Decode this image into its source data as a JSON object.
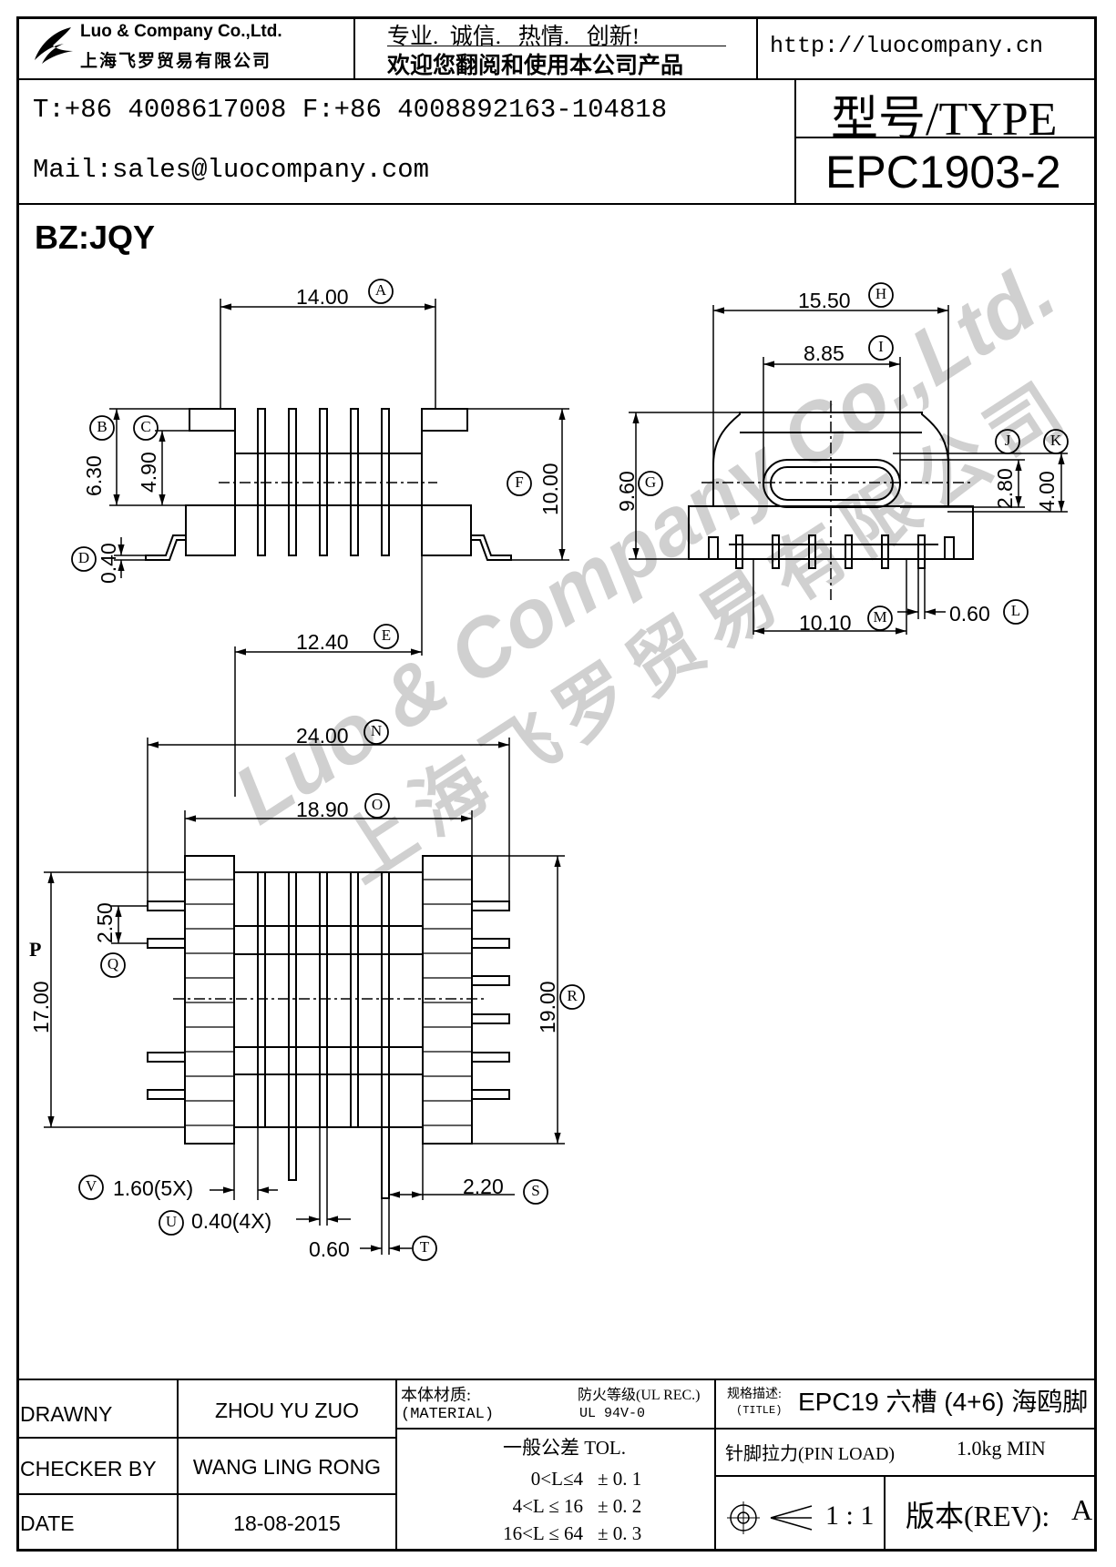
{
  "header": {
    "company_en": "Luo & Company Co.,Ltd.",
    "company_cn": "上海飞罗贸易有限公司",
    "slogan_line1": "专业.  诚信.   热情.   创新!",
    "slogan_line2": "欢迎您翻阅和使用本公司产品",
    "website": "http://luocompany.cn",
    "phone_fax": "T:+86 4008617008 F:+86 4008892163-104818",
    "mail": "Mail:sales@luocompany.com",
    "type_label": "型号/TYPE",
    "type_value": "EPC1903-2",
    "bz": "BZ:JQY"
  },
  "dimensions": {
    "A": "14.00",
    "B": "6.30",
    "C": "4.90",
    "D": "0.40",
    "E": "12.40",
    "F": "10.00",
    "G": "9.60",
    "H": "15.50",
    "I": "8.85",
    "J": "2.80",
    "K": "4.00",
    "L": "0.60",
    "M": "10.10",
    "N": "24.00",
    "O": "18.90",
    "P": "17.00",
    "Q": "2.50",
    "R": "19.00",
    "S": "2.20",
    "T": "0.60",
    "U": "0.40(4X)",
    "V": "1.60(5X)"
  },
  "letters": {
    "A": "A",
    "B": "B",
    "C": "C",
    "D": "D",
    "E": "E",
    "F": "F",
    "G": "G",
    "H": "H",
    "I": "I",
    "J": "J",
    "K": "K",
    "L": "L",
    "M": "M",
    "N": "N",
    "O": "O",
    "P": "P",
    "Q": "Q",
    "R": "R",
    "S": "S",
    "T": "T",
    "U": "U",
    "V": "V"
  },
  "title_block": {
    "drawn_label": "DRAWNY",
    "drawn_value": "ZHOU YU ZUO",
    "checker_label": "CHECKER BY",
    "checker_value": "WANG LING RONG",
    "date_label": "DATE",
    "date_value": "18-08-2015",
    "material_label_cn": "本体材质:",
    "material_label_en": "(MATERIAL)",
    "fire_label": "防火等级(UL REC.)",
    "fire_value": "UL 94V-0",
    "title_label_cn": "规格描述:",
    "title_label_en": "(TITLE)",
    "title_value": "EPC19 六槽 (4+6) 海鸥脚",
    "tol_title": "一般公差 TOL.",
    "tol_rows": [
      {
        "range": "0<L≤4",
        "tol": "± 0. 1"
      },
      {
        "range": "4<L ≤ 16",
        "tol": "± 0. 2"
      },
      {
        "range": "16<L ≤ 64",
        "tol": "± 0. 3"
      }
    ],
    "pin_load_label": "针脚拉力(PIN LOAD)",
    "pin_load_value": "1.0kg MIN",
    "scale": "1 : 1",
    "rev_label": "版本(REV):",
    "rev_value": "A"
  },
  "watermark": {
    "line1": "Luo & Company Co.,Ltd.",
    "line2": "上海飞罗贸易有限公司"
  }
}
